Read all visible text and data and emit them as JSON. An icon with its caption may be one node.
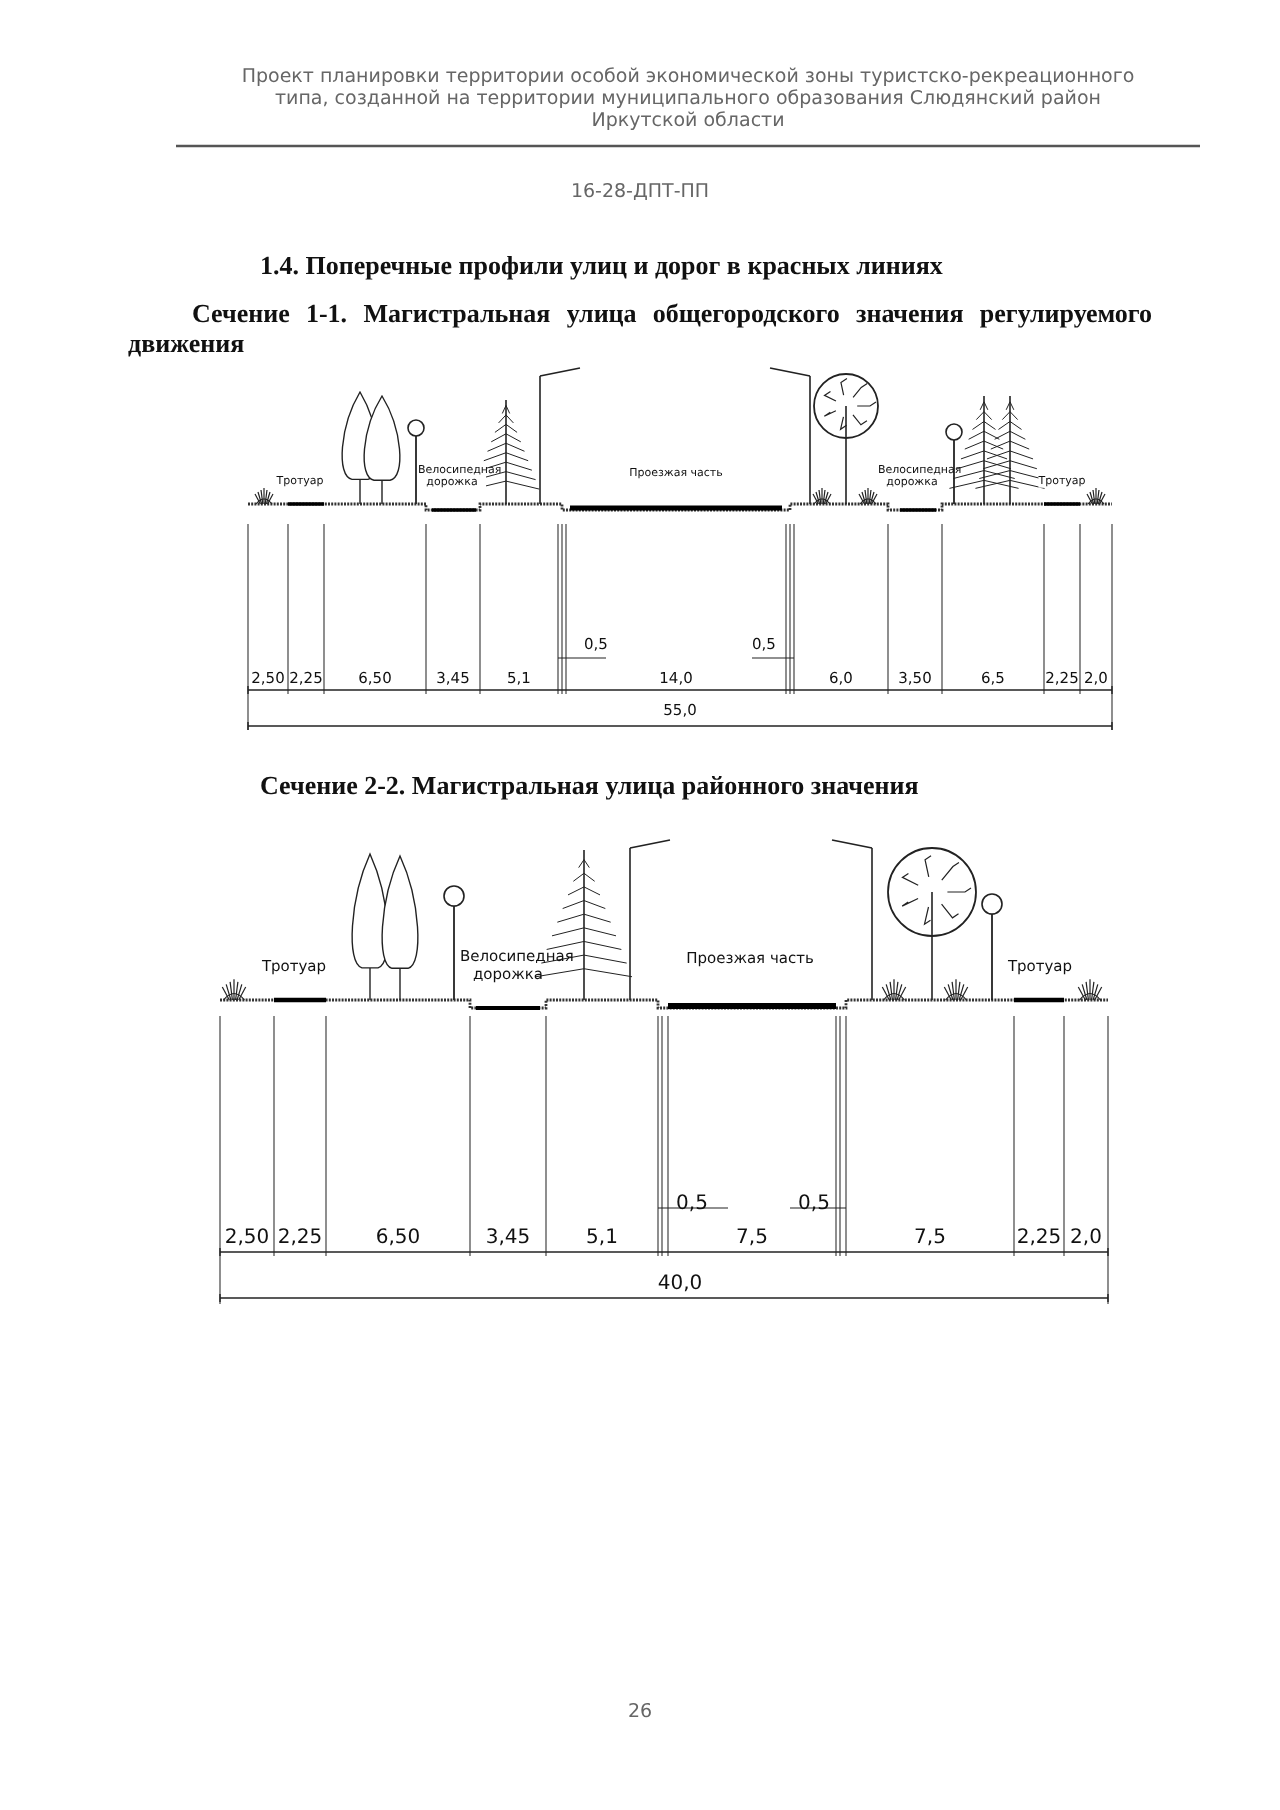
{
  "diagram": {
    "title": "1.4. Поперечные профили улиц и дорог в красных линиях",
    "labels": [
      "Проект планировки территории особой экономической зоны туристско-рекреационного типа, созданной на территории муниципального образования Слюдянский район Иркутской области",
      "16-28-ДПТ-ПП",
      "Сечение 1-1. Магистральная улица общегородского значения регулируемого движения",
      "Тротуар",
      "Велосипедная дорожка",
      "Проезжая часть",
      "Велосипедная дорожка",
      "Тротуар",
      "0,5",
      "0,5",
      "2,50",
      "2,25",
      "6,50",
      "3,45",
      "5,1",
      "14,0",
      "6,0",
      "3,50",
      "6,5",
      "2,25",
      "2,0",
      "55,0",
      "Сечение 2-2. Магистральная улица районного значения",
      "Тротуар",
      "Велосипедная дорожка",
      "Проезжая часть",
      "Тротуар",
      "0,5",
      "0,5",
      "2,50",
      "2,25",
      "6,50",
      "3,45",
      "5,1",
      "7,5",
      "7,5",
      "2,25",
      "2,0",
      "40,0",
      "26"
    ]
  }
}
